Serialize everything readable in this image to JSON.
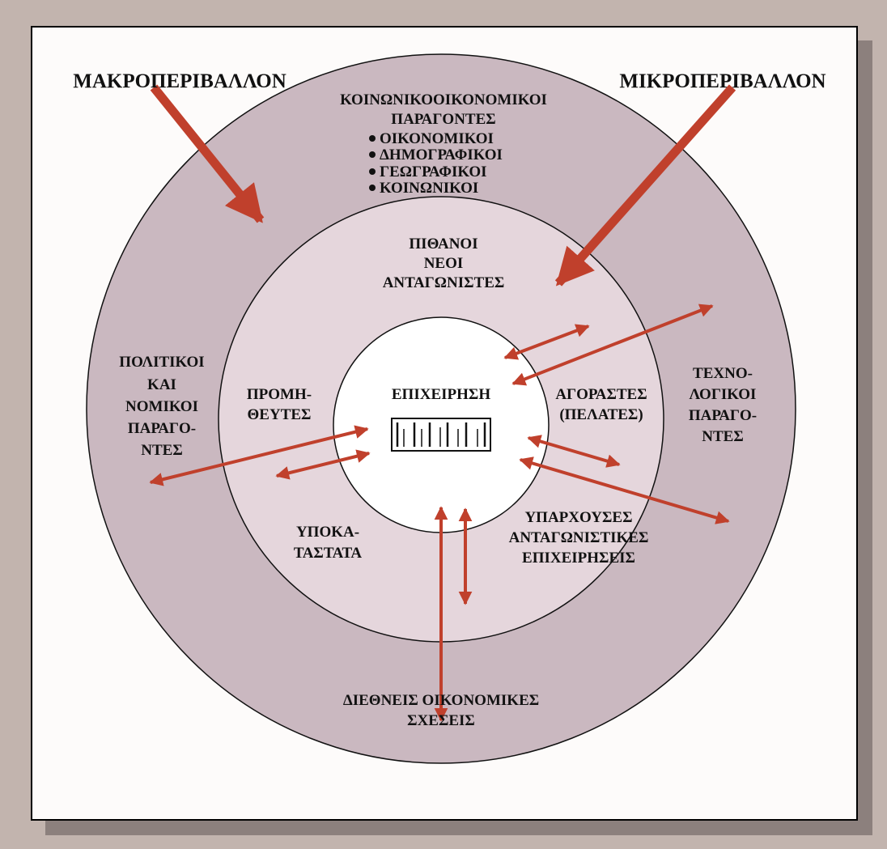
{
  "labels": {
    "macro": "ΜΑΚΡΟΠΕΡΙΒΑΛΛΟΝ",
    "micro": "ΜΙΚΡΟΠΕΡΙΒΑΛΛΟΝ",
    "socioeconomic_l1": "ΚΟΙΝΩΝΙΚΟΟΙΚΟΝΟΜΙΚΟΙ",
    "socioeconomic_l2": "ΠΑΡΑΓΟΝΤΕΣ",
    "bullets": [
      "ΟΙΚΟΝΟΜΙΚΟΙ",
      "ΔΗΜΟΓΡΑΦΙΚΟΙ",
      "ΓΕΩΓΡΑΦΙΚΟΙ",
      "ΚΟΙΝΩΝΙΚΟΙ"
    ],
    "potential_l1": "ΠΙΘΑΝΟΙ",
    "potential_l2": "ΝΕΟΙ",
    "potential_l3": "ΑΝΤΑΓΩΝΙΣΤΕΣ",
    "political_l1": "ΠΟΛΙΤΙΚΟΙ",
    "political_l2": "ΚΑΙ",
    "political_l3": "ΝΟΜΙΚΟΙ",
    "political_l4": "ΠΑΡΑΓΟ-",
    "political_l5": "ΝΤΕΣ",
    "suppliers_l1": "ΠΡΟΜΗ-",
    "suppliers_l2": "ΘΕΥΤΕΣ",
    "business": "ΕΠΙΧΕΙΡΗΣΗ",
    "buyers_l1": "ΑΓΟΡΑΣΤΕΣ",
    "buyers_l2": "(ΠΕΛΑΤΕΣ)",
    "tech_l1": "ΤΕΧΝΟ-",
    "tech_l2": "ΛΟΓΙΚΟΙ",
    "tech_l3": "ΠΑΡΑΓΟ-",
    "tech_l4": "ΝΤΕΣ",
    "substitutes_l1": "ΥΠΟΚΑ-",
    "substitutes_l2": "ΤΑΣΤΑΤΑ",
    "existing_l1": "ΥΠΑΡΧΟΥΣΕΣ",
    "existing_l2": "ΑΝΤΑΓΩΝΙΣΤΙΚΕΣ",
    "existing_l3": "ΕΠΙΧΕΙΡΗΣΕΙΣ",
    "international_l1": "ΔΙΕΘΝΕΙΣ ΟΙΚΟΝΟΜΙΚΕΣ",
    "international_l2": "ΣΧΕΣΕΙΣ"
  },
  "colors": {
    "outer_ring": "#cab8c0",
    "middle_ring": "#e5d6dc",
    "inner_circle": "#ffffff",
    "arrow": "#c0402c",
    "background": "#c2b4ae"
  },
  "icons": [
    "factory-icon"
  ]
}
